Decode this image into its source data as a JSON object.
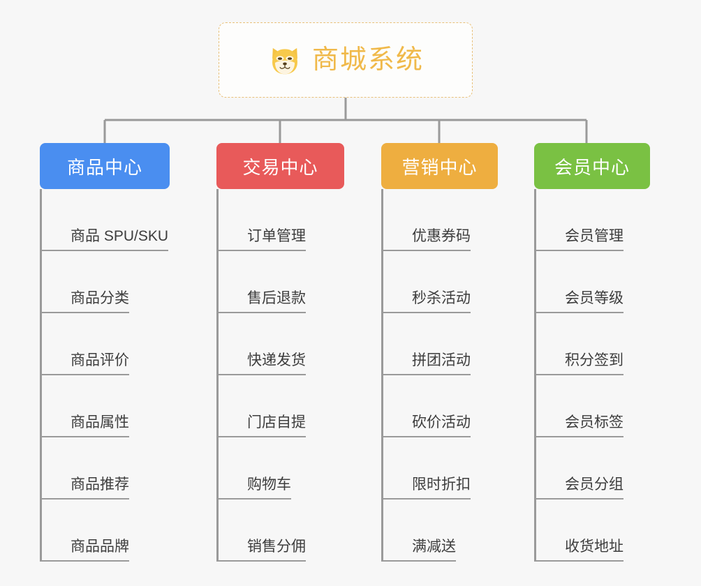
{
  "root": {
    "title": "商城系统",
    "icon": "shiba-dog-face-icon",
    "border_color": "#e8c07a",
    "text_color": "#f0b94a",
    "background": "#fdfdfc"
  },
  "canvas": {
    "background": "#f7f7f7",
    "connector_color": "#9a9a9a"
  },
  "branches": [
    {
      "label": "商品中心",
      "color": "#4a8ef0",
      "items": [
        "商品 SPU/SKU",
        "商品分类",
        "商品评价",
        "商品属性",
        "商品推荐",
        "商品品牌"
      ]
    },
    {
      "label": "交易中心",
      "color": "#e85a5a",
      "items": [
        "订单管理",
        "售后退款",
        "快递发货",
        "门店自提",
        "购物车",
        "销售分佣"
      ]
    },
    {
      "label": "营销中心",
      "color": "#eeae40",
      "items": [
        "优惠券码",
        "秒杀活动",
        "拼团活动",
        "砍价活动",
        "限时折扣",
        "满减送"
      ]
    },
    {
      "label": "会员中心",
      "color": "#7ac143",
      "items": [
        "会员管理",
        "会员等级",
        "积分签到",
        "会员标签",
        "会员分组",
        "收货地址"
      ]
    }
  ]
}
